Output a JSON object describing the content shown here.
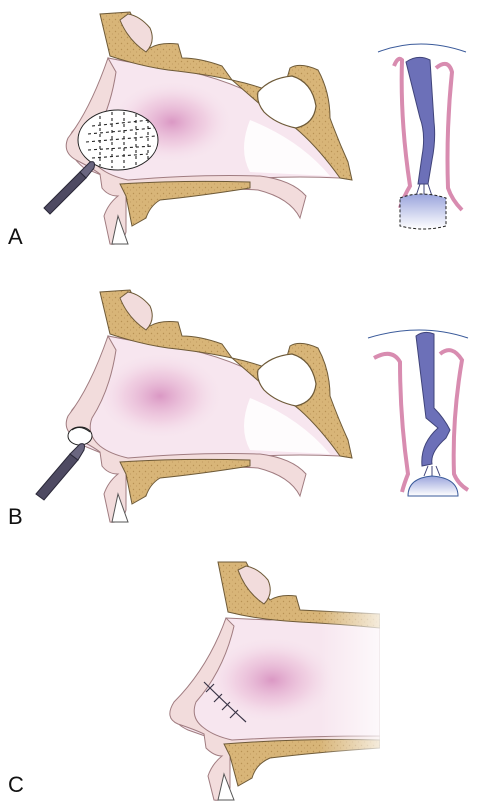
{
  "figure": {
    "panels": [
      {
        "label": "A"
      },
      {
        "label": "B"
      },
      {
        "label": "C"
      }
    ]
  },
  "colors": {
    "bone": "#d8b578",
    "bone_outline": "#6e5a38",
    "soft_tissue": "#f2dcdc",
    "soft_outline": "#a07c80",
    "cavity": "#f7e6ef",
    "cavity_glow": "#d78fbf",
    "mucosa": "#d88cb0",
    "septum": "#6c70b8",
    "instrument": "#4e4a62"
  }
}
